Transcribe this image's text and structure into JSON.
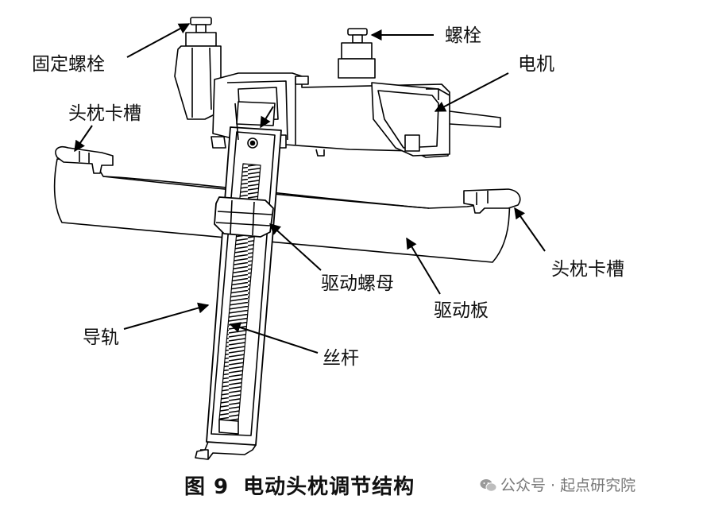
{
  "labels": {
    "fixing_bolt": "固定螺栓",
    "bolt": "螺栓",
    "motor": "电机",
    "headrest_slot_left": "头枕卡槽",
    "headrest_slot_right": "头枕卡槽",
    "drive_nut": "驱动螺母",
    "drive_plate": "驱动板",
    "guide_rail": "导轨",
    "lead_screw": "丝杆"
  },
  "caption": {
    "figure_no": "图 9",
    "title": "电动头枕调节结构"
  },
  "watermark": {
    "icon": "wechat-icon",
    "text": "公众号 · 起点研究院"
  }
}
